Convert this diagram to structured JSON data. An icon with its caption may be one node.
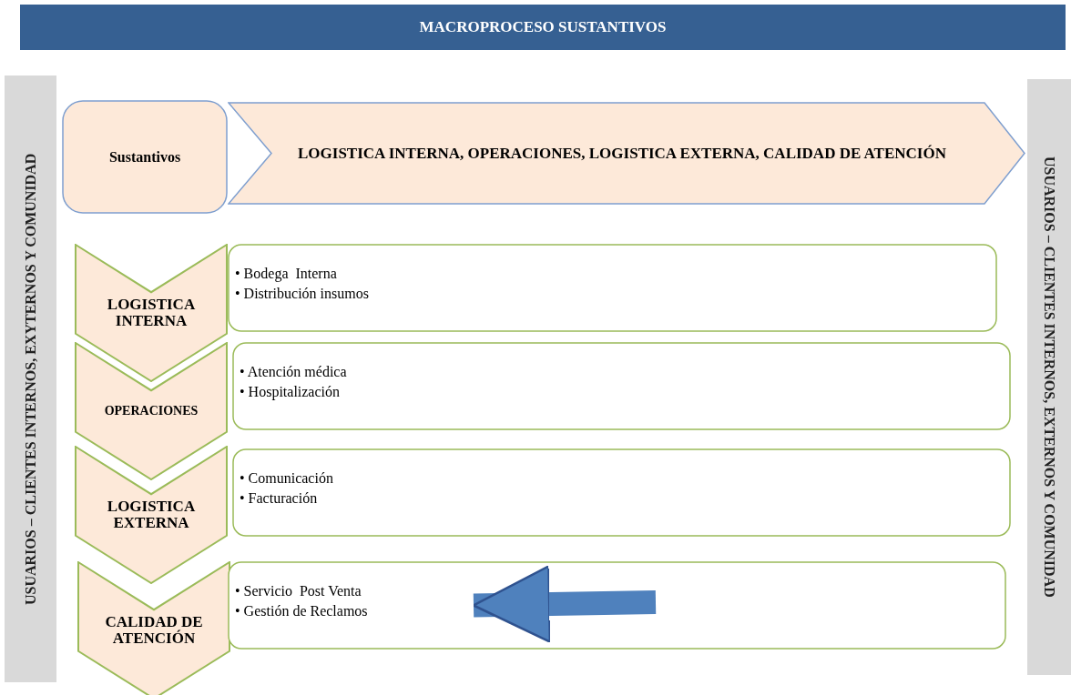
{
  "diagram": {
    "title": "MACROPROCESO SUSTANTIVOS",
    "nodes": [
      {
        "text": [
          "USUARIOS – CLIENTES INTERNOS, EXYTERNOS Y COMUNIDAD"
        ]
      },
      {
        "text": [
          "USUARIOS – CLIENTES INTERNOS, EXTERNOS Y COMUNIDAD"
        ]
      },
      {
        "text": [
          "Sustantivos"
        ]
      },
      {
        "text": [
          "LOGISTICA INTERNA,  OPERACIONES, LOGISTICA EXTERNA,  CALIDAD  DE ATENCIÓN"
        ]
      },
      {
        "text": [
          "LOGISTICA INTERNA"
        ]
      },
      {
        "text": [
          "• Bodega  Interna",
          "• Distribución insumos"
        ]
      },
      {
        "text": [
          "OPERACIONES"
        ]
      },
      {
        "text": [
          "• Atención médica",
          "• Hospitalización"
        ]
      },
      {
        "text": [
          "LOGISTICA EXTERNA"
        ]
      },
      {
        "text": [
          "• Comunicación",
          "• Facturación"
        ]
      },
      {
        "text": [
          "CALIDAD  DE ATENCIÓN"
        ]
      },
      {
        "text": [
          "• Servicio  Post Venta",
          "• Gestión de Reclamos"
        ]
      }
    ],
    "edges": [
      {
        "from": null,
        "to": 11,
        "arrow": "to",
        "color": "#4f81bd"
      }
    ]
  }
}
